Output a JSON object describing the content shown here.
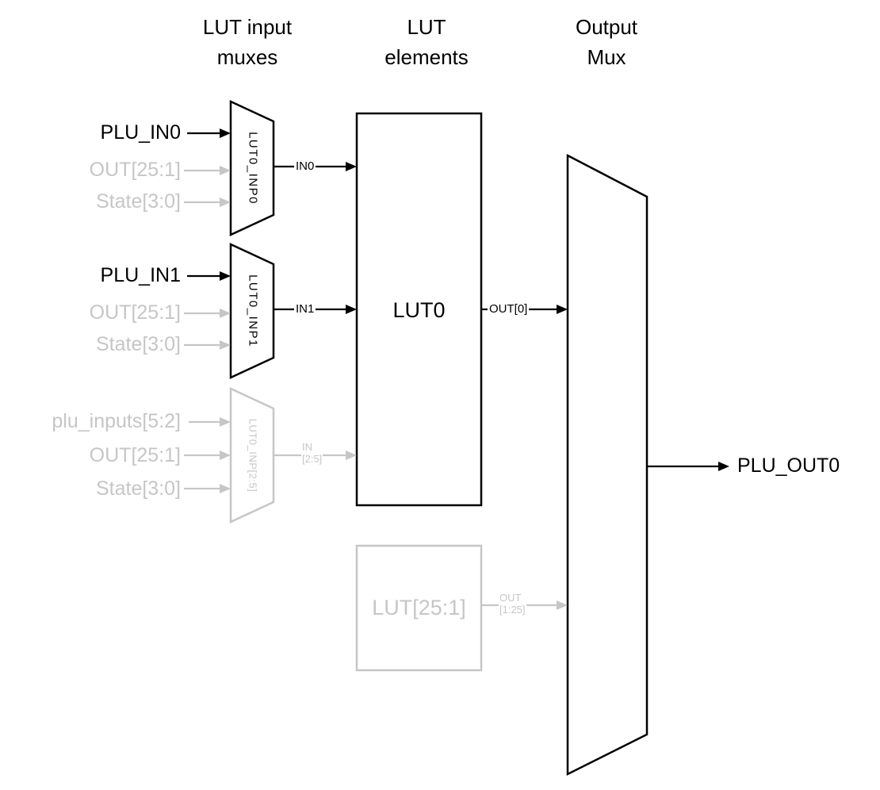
{
  "colors": {
    "active": "#000000",
    "inactive": "#c6c6c6",
    "background": "#ffffff"
  },
  "headers": {
    "input_muxes": "LUT input\nmuxes",
    "lut_elements": "LUT\nelements",
    "output_mux": "Output\nMux"
  },
  "muxes": [
    {
      "name": "LUT0_INP0",
      "inputs": [
        "PLU_IN0",
        "OUT[25:1]",
        "State[3:0]"
      ],
      "output": "IN0",
      "state": "active"
    },
    {
      "name": "LUT0_INP1",
      "inputs": [
        "PLU_IN1",
        "OUT[25:1]",
        "State[3:0]"
      ],
      "output": "IN1",
      "state": "active"
    },
    {
      "name": "LUT0_INP[2:5]",
      "inputs": [
        "plu_inputs[5:2]",
        "OUT[25:1]",
        "State[3:0]"
      ],
      "output": "IN\n[2:5]",
      "state": "inactive"
    }
  ],
  "luts": [
    {
      "name": "LUT0",
      "output": "OUT[0]",
      "state": "active"
    },
    {
      "name": "LUT[25:1]",
      "output": "OUT\n[1:25]",
      "state": "inactive"
    }
  ],
  "output_signal": "PLU_OUT0"
}
